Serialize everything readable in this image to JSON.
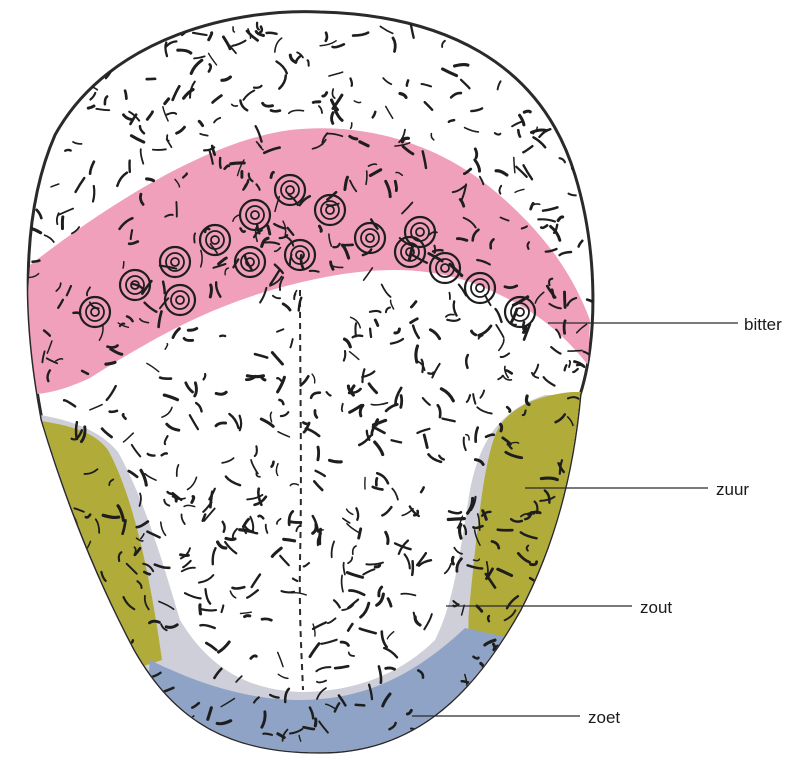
{
  "zones": [
    {
      "id": "bitter",
      "label": "bitter",
      "color": "#f1a0bc"
    },
    {
      "id": "zuur",
      "label": "zuur",
      "color": "#b1ac3a"
    },
    {
      "id": "zout",
      "label": "zout",
      "color": "#cfcfd9"
    },
    {
      "id": "zoet",
      "label": "zoet",
      "color": "#8ea3c6"
    }
  ]
}
